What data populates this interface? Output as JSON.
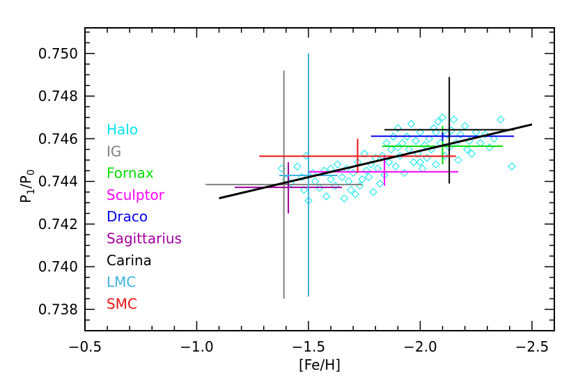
{
  "chart_data": {
    "type": "scatter",
    "xlabel": "[Fe/H]",
    "ylabel": {
      "main": "P",
      "sub1": "1",
      "sep": "/P",
      "sub2": "0"
    },
    "xlim": [
      -0.5,
      -2.6
    ],
    "ylim": [
      0.737,
      0.7512
    ],
    "x_ticks": [
      -0.5,
      -1.0,
      -1.5,
      -2.0,
      -2.5
    ],
    "x_tick_labels": [
      "−0.5",
      "−1.0",
      "−1.5",
      "−2.0",
      "−2.5"
    ],
    "y_ticks": [
      0.738,
      0.74,
      0.742,
      0.744,
      0.746,
      0.748,
      0.75
    ],
    "y_tick_labels": [
      "0.738",
      "0.740",
      "0.742",
      "0.744",
      "0.746",
      "0.748",
      "0.750"
    ],
    "grid": false,
    "legend_position": "left",
    "series": [
      {
        "name": "Halo",
        "color": "#00e5ee",
        "marker": "diamond-open",
        "points": [
          [
            -1.38,
            0.7446
          ],
          [
            -1.4,
            0.7441
          ],
          [
            -1.42,
            0.7439
          ],
          [
            -1.45,
            0.7447
          ],
          [
            -1.47,
            0.7442
          ],
          [
            -1.48,
            0.7436
          ],
          [
            -1.49,
            0.7452
          ],
          [
            -1.5,
            0.7431
          ],
          [
            -1.52,
            0.7444
          ],
          [
            -1.53,
            0.744
          ],
          [
            -1.55,
            0.7437
          ],
          [
            -1.57,
            0.7445
          ],
          [
            -1.58,
            0.7433
          ],
          [
            -1.6,
            0.7441
          ],
          [
            -1.62,
            0.7438
          ],
          [
            -1.63,
            0.7448
          ],
          [
            -1.65,
            0.7442
          ],
          [
            -1.66,
            0.7432
          ],
          [
            -1.67,
            0.7446
          ],
          [
            -1.68,
            0.744
          ],
          [
            -1.69,
            0.7436
          ],
          [
            -1.7,
            0.7444
          ],
          [
            -1.72,
            0.7449
          ],
          [
            -1.73,
            0.7438
          ],
          [
            -1.75,
            0.7453
          ],
          [
            -1.76,
            0.7445
          ],
          [
            -1.77,
            0.7442
          ],
          [
            -1.78,
            0.7448
          ],
          [
            -1.79,
            0.7435
          ],
          [
            -1.8,
            0.7451
          ],
          [
            -1.81,
            0.7446
          ],
          [
            -1.83,
            0.7452
          ],
          [
            -1.84,
            0.7443
          ],
          [
            -1.85,
            0.7458
          ],
          [
            -1.86,
            0.7449
          ],
          [
            -1.87,
            0.7455
          ],
          [
            -1.88,
            0.7461
          ],
          [
            -1.89,
            0.7447
          ],
          [
            -1.9,
            0.7465
          ],
          [
            -1.91,
            0.7452
          ],
          [
            -1.92,
            0.7458
          ],
          [
            -1.93,
            0.7444
          ],
          [
            -1.94,
            0.7461
          ],
          [
            -1.95,
            0.7455
          ],
          [
            -1.96,
            0.7467
          ],
          [
            -1.97,
            0.7449
          ],
          [
            -1.98,
            0.7459
          ],
          [
            -1.99,
            0.7453
          ],
          [
            -2.0,
            0.7463
          ],
          [
            -2.01,
            0.7446
          ],
          [
            -2.02,
            0.7457
          ],
          [
            -2.03,
            0.7451
          ],
          [
            -2.04,
            0.746
          ],
          [
            -2.05,
            0.7455
          ],
          [
            -2.06,
            0.7465
          ],
          [
            -2.07,
            0.7448
          ],
          [
            -2.08,
            0.7468
          ],
          [
            -2.09,
            0.7458
          ],
          [
            -2.1,
            0.747
          ],
          [
            -2.11,
            0.7452
          ],
          [
            -2.12,
            0.7462
          ],
          [
            -2.13,
            0.7456
          ],
          [
            -2.14,
            0.7464
          ],
          [
            -2.15,
            0.7469
          ],
          [
            -2.16,
            0.7458
          ],
          [
            -2.17,
            0.745
          ],
          [
            -2.18,
            0.7462
          ],
          [
            -2.2,
            0.7466
          ],
          [
            -2.21,
            0.7455
          ],
          [
            -2.22,
            0.7459
          ],
          [
            -2.23,
            0.7453
          ],
          [
            -2.25,
            0.7463
          ],
          [
            -2.27,
            0.7458
          ],
          [
            -2.29,
            0.7462
          ],
          [
            -2.31,
            0.7456
          ],
          [
            -2.33,
            0.746
          ],
          [
            -2.36,
            0.7469
          ],
          [
            -2.41,
            0.7447
          ],
          [
            -1.74,
            0.7441
          ],
          [
            -1.6,
            0.7446
          ],
          [
            -1.82,
            0.7439
          ],
          [
            -1.71,
            0.7434
          ],
          [
            -1.9,
            0.7456
          ],
          [
            -2.0,
            0.7449
          ],
          [
            -2.07,
            0.7463
          ]
        ]
      },
      {
        "name": "IG",
        "color": "#7f7f7f",
        "marker": "errorbar",
        "x": -1.39,
        "y": 0.74385,
        "x_lo": -1.04,
        "x_hi": -1.74,
        "y_lo": 0.7385,
        "y_hi": 0.7492
      },
      {
        "name": "Fornax",
        "color": "#00dd00",
        "marker": "errorbar",
        "x": -2.1,
        "y": 0.74565,
        "x_lo": -1.83,
        "x_hi": -2.37,
        "y_lo": 0.7448,
        "y_hi": 0.7466
      },
      {
        "name": "Sculptor",
        "color": "#ff00ff",
        "marker": "errorbar",
        "x": -1.84,
        "y": 0.74445,
        "x_lo": -1.5,
        "x_hi": -2.17,
        "y_lo": 0.7438,
        "y_hi": 0.7452
      },
      {
        "name": "Draco",
        "color": "#0000ee",
        "marker": "errorbar",
        "x": -2.1,
        "y": 0.74612,
        "x_lo": -1.78,
        "x_hi": -2.42,
        "y_lo": 0.7459,
        "y_hi": 0.7463
      },
      {
        "name": "Sagittarius",
        "color": "#a000a0",
        "marker": "errorbar",
        "x": -1.41,
        "y": 0.74372,
        "x_lo": -1.17,
        "x_hi": -1.65,
        "y_lo": 0.7425,
        "y_hi": 0.7449
      },
      {
        "name": "Carina",
        "color": "#000000",
        "marker": "errorbar",
        "x": -2.13,
        "y": 0.74642,
        "x_lo": -1.84,
        "x_hi": -2.42,
        "y_lo": 0.7439,
        "y_hi": 0.7489
      },
      {
        "name": "LMC",
        "color": "#3fb1e0",
        "marker": "errorbar",
        "x": -1.5,
        "y": 0.74428,
        "x_lo": -1.37,
        "x_hi": -1.63,
        "y_lo": 0.7386,
        "y_hi": 0.75
      },
      {
        "name": "SMC",
        "color": "#ee1111",
        "marker": "errorbar",
        "x": -1.72,
        "y": 0.74518,
        "x_lo": -1.28,
        "x_hi": -2.16,
        "y_lo": 0.7444,
        "y_hi": 0.746
      }
    ],
    "fit_line": {
      "color": "#000000",
      "x": [
        -1.1,
        -2.5
      ],
      "y": [
        0.74321,
        0.74667
      ]
    }
  }
}
